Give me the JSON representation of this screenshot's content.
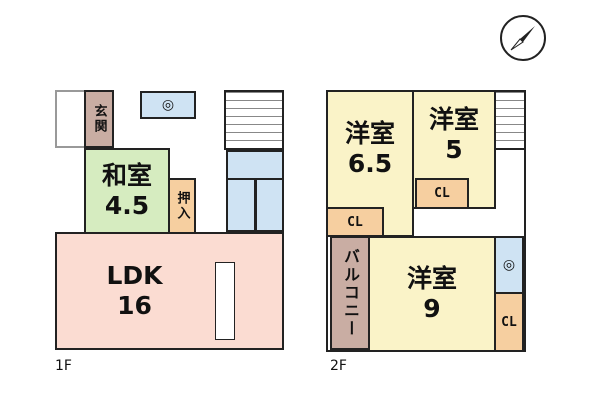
{
  "floor1": {
    "label": "1F",
    "genkan": "玄関",
    "washitsu": {
      "name": "和室",
      "size": "4.5"
    },
    "oshiire": "押入",
    "ldk": {
      "name": "LDK",
      "size": "16"
    }
  },
  "floor2": {
    "label": "2F",
    "room_a": {
      "name": "洋室",
      "size": "6.5",
      "closet": "CL"
    },
    "room_b": {
      "name": "洋室",
      "size": "5",
      "closet": "CL"
    },
    "room_c": {
      "name": "洋室",
      "size": "9",
      "closet": "CL"
    },
    "balcony": "バルコニー"
  },
  "colors": {
    "wood": "#c9ada3",
    "green": "#d6ecc0",
    "orange": "#f6cfa0",
    "pink": "#fbdcd2",
    "yellow": "#faf3c8",
    "blue": "#cfe3f3"
  }
}
